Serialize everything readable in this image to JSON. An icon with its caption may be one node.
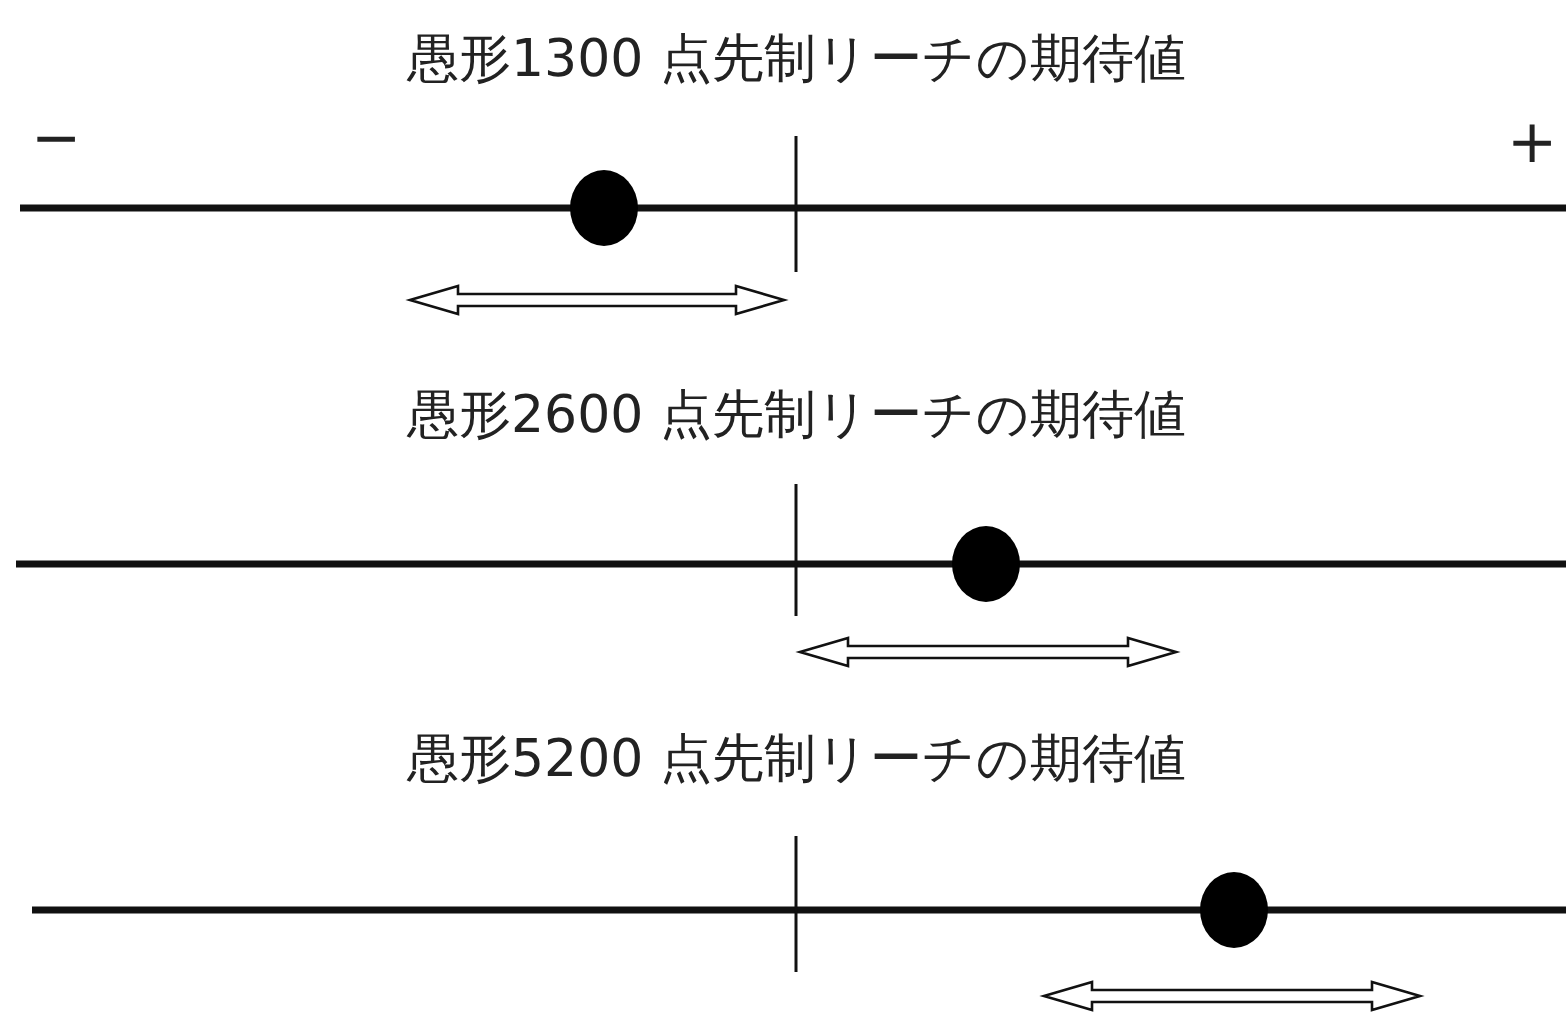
{
  "diagram": {
    "labels": [
      "愚形1300 点先制リーチの期待値",
      "−",
      "+",
      "愚形2600 点先制リーチの期待値",
      "愚形5200 点先制リーチの期待値"
    ]
  }
}
